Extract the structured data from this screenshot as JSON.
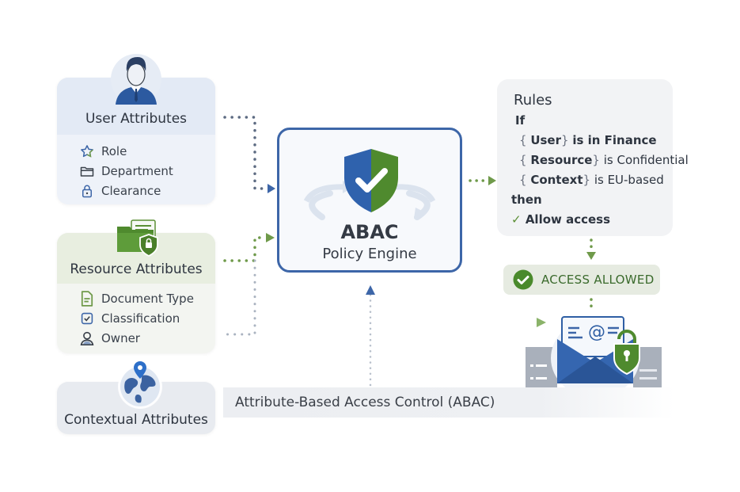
{
  "diagram": {
    "title": "Attribute-Based Access Control (ABAC)",
    "user_attributes": {
      "icon": "user-avatar-icon",
      "title": "User Attributes",
      "items": [
        {
          "icon": "star-icon",
          "label": "Role"
        },
        {
          "icon": "folder-icon",
          "label": "Department"
        },
        {
          "icon": "lock-icon",
          "label": "Clearance"
        }
      ]
    },
    "resource_attributes": {
      "icon": "secure-folder-icon",
      "title": "Resource Attributes",
      "items": [
        {
          "icon": "document-icon",
          "label": "Document Type"
        },
        {
          "icon": "checkbox-icon",
          "label": "Classification"
        },
        {
          "icon": "person-icon",
          "label": "Owner"
        }
      ]
    },
    "contextual_attributes": {
      "icon": "globe-pin-icon",
      "title": "Contextual Attributes"
    },
    "policy_engine": {
      "icon": "shield-check-icon",
      "title": "ABAC",
      "subtitle": "Policy Engine"
    },
    "rules": {
      "title": "Rules",
      "if_label": "If",
      "conditions": [
        {
          "subject": "User",
          "predicate": "is in Finance"
        },
        {
          "subject": "Resource",
          "predicate": "is Confidential"
        },
        {
          "subject": "Context",
          "predicate": "is EU-based"
        }
      ],
      "then_label": "then",
      "action": "Allow access"
    },
    "result": {
      "icon": "check-circle-icon",
      "label": "ACCESS ALLOWED"
    },
    "protected_resource": {
      "icon": "secure-email-icon"
    },
    "colors": {
      "blue": "#3d66a8",
      "green": "#5b8f35",
      "text": "#2e3540"
    }
  }
}
